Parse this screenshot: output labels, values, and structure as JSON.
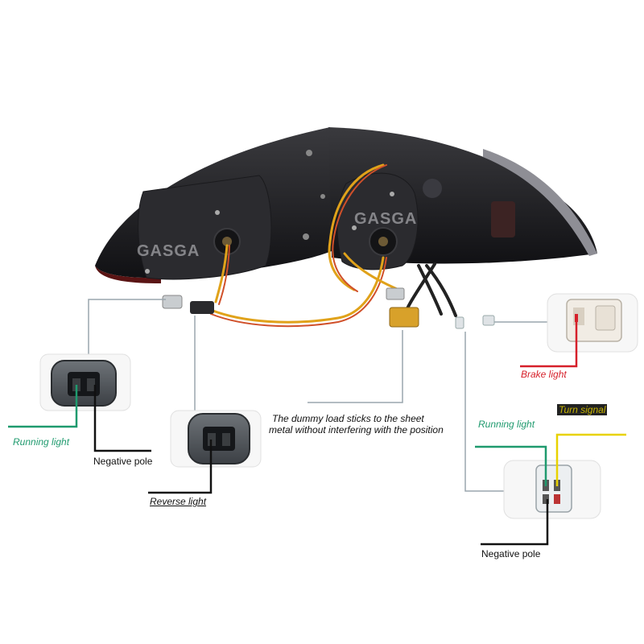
{
  "brand": "GASGA",
  "colors": {
    "running": "#1f9a6e",
    "negative": "#111111",
    "brake": "#d6202a",
    "turn": "#e8d200",
    "reverse": "#111111",
    "leader": "#9aa6ad"
  },
  "labels": {
    "running_left": "Running light",
    "negative_left": "Negative pole",
    "reverse": "Reverse light",
    "dummy_load_line1": "The dummy load sticks to the sheet",
    "dummy_load_line2": "metal without interfering with the position",
    "brake": "Brake light",
    "running_right": "Running light",
    "turn": "Turn signal",
    "negative_right": "Negative pole"
  }
}
